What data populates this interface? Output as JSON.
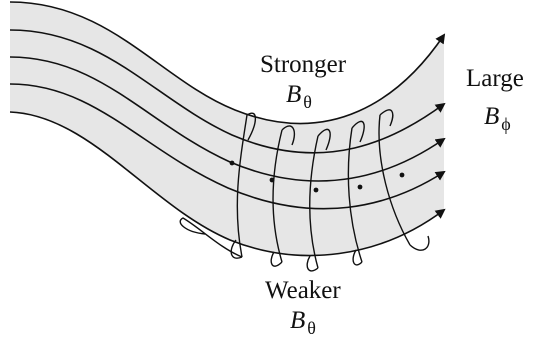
{
  "labels": {
    "top": {
      "word": "Stronger",
      "symbol": "B",
      "subscript": "θ"
    },
    "right": {
      "word": "Large",
      "symbol": "B",
      "subscript": "ϕ"
    },
    "bottom": {
      "word": "Weaker",
      "symbol": "B",
      "subscript": "θ"
    }
  },
  "colors": {
    "tube_fill": "#e6e6e6",
    "line": "#111111",
    "background": "#ffffff"
  }
}
